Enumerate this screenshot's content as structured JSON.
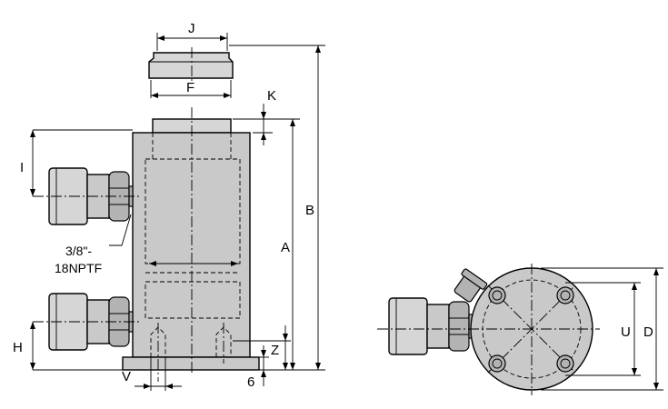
{
  "labels": {
    "J": "J",
    "F": "F",
    "K": "K",
    "B": "B",
    "A": "A",
    "I": "I",
    "H": "H",
    "Z": "Z",
    "V": "V",
    "six": "6",
    "U": "U",
    "D": "D",
    "port_line1": "3/8\"-",
    "port_line2": "18NPTF"
  },
  "colors": {
    "body": "#c9c9c9",
    "saddle": "#d6d6d6",
    "fitting": "#b3b3b3",
    "line": "#000000"
  }
}
